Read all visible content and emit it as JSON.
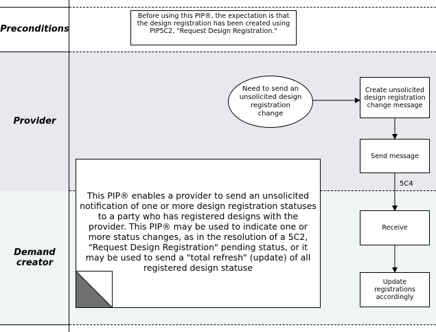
{
  "lanes": {
    "preconditions": "Preconditions",
    "provider": "Provider",
    "demand_creator": "Demand creator"
  },
  "precondition_note": "Before using this PIP®, the expectation is that the design registration has been created using PIP5C2, \"Request Design Registration.\"",
  "start_event": "Need to send an unsolicited design registration change",
  "activities": {
    "create": "Create unsolicited design registration change message",
    "send": "Send message",
    "receive": "Receive",
    "update": "Update registrations accordingly"
  },
  "message_label": "5C4",
  "description": "This PIP® enables a provider to send an unsolicited notification of one or more design registration statuses to a party who has registered designs with the provider.  This PIP® may be used to indicate one or more status changes, as in the resolution of a 5C2, \"Request Design Registration\" pending status, or it may be used to send a \"total refresh\" (update) of all registered design statuse",
  "colors": {
    "provider_lane": "#e8e9ef",
    "demand_lane": "#eef5f4",
    "corner_shade": "#707070"
  }
}
